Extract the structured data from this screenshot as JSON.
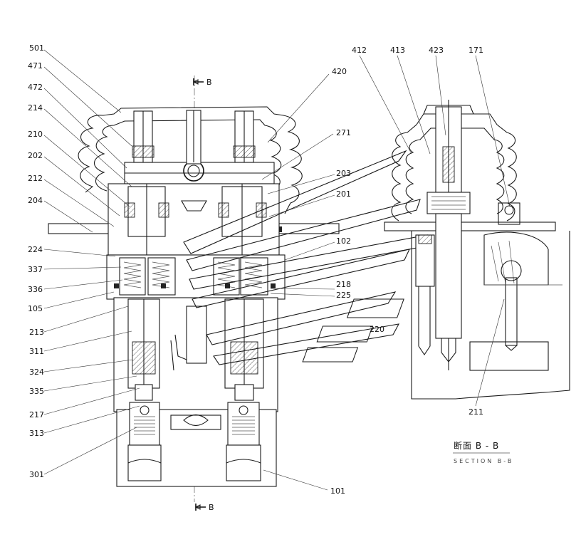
{
  "drawing": {
    "section_marks": [
      "B",
      "B"
    ],
    "section_title": "断面 B - B",
    "section_subtitle": "SECTION B-B",
    "callouts": [
      {
        "id": "c501",
        "label": "501"
      },
      {
        "id": "c471",
        "label": "471"
      },
      {
        "id": "c472",
        "label": "472"
      },
      {
        "id": "c214",
        "label": "214"
      },
      {
        "id": "c210",
        "label": "210"
      },
      {
        "id": "c202",
        "label": "202"
      },
      {
        "id": "c212",
        "label": "212"
      },
      {
        "id": "c204",
        "label": "204"
      },
      {
        "id": "c224",
        "label": "224"
      },
      {
        "id": "c337",
        "label": "337"
      },
      {
        "id": "c336",
        "label": "336"
      },
      {
        "id": "c105",
        "label": "105"
      },
      {
        "id": "c213",
        "label": "213"
      },
      {
        "id": "c311",
        "label": "311"
      },
      {
        "id": "c324",
        "label": "324"
      },
      {
        "id": "c335",
        "label": "335"
      },
      {
        "id": "c217",
        "label": "217"
      },
      {
        "id": "c313",
        "label": "313"
      },
      {
        "id": "c301",
        "label": "301"
      },
      {
        "id": "c420",
        "label": "420"
      },
      {
        "id": "c271",
        "label": "271"
      },
      {
        "id": "c203",
        "label": "203"
      },
      {
        "id": "c201",
        "label": "201"
      },
      {
        "id": "c102",
        "label": "102"
      },
      {
        "id": "c218",
        "label": "218"
      },
      {
        "id": "c225",
        "label": "225"
      },
      {
        "id": "c220",
        "label": "220"
      },
      {
        "id": "c101",
        "label": "101"
      },
      {
        "id": "c412",
        "label": "412"
      },
      {
        "id": "c413",
        "label": "413"
      },
      {
        "id": "c423",
        "label": "423"
      },
      {
        "id": "c171",
        "label": "171"
      },
      {
        "id": "c211",
        "label": "211"
      }
    ]
  }
}
